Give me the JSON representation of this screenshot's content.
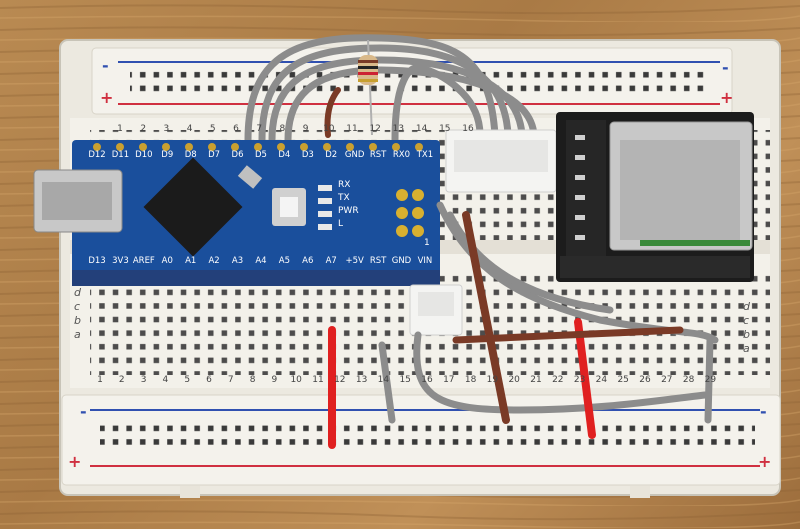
{
  "nano": {
    "top_pins": [
      "D12",
      "D11",
      "D10",
      "D9",
      "D8",
      "D7",
      "D6",
      "D5",
      "D4",
      "D3",
      "D2",
      "GND",
      "RST",
      "RX0",
      "TX1"
    ],
    "bottom_pins": [
      "D13",
      "3V3",
      "AREF",
      "A0",
      "A1",
      "A2",
      "A3",
      "A4",
      "A5",
      "A6",
      "A7",
      "+5V",
      "RST",
      "GND",
      "VIN"
    ],
    "led_labels": [
      "RX",
      "TX",
      "PWR",
      "L"
    ],
    "header_number": "1"
  },
  "breadboard": {
    "row_letters_left": [
      "a",
      "b",
      "c",
      "d"
    ],
    "row_letters_right": [
      "a",
      "b",
      "c",
      "d"
    ],
    "col_numbers_top": [
      "1",
      "2",
      "3",
      "4",
      "5",
      "6",
      "7",
      "8",
      "9",
      "10",
      "11",
      "12",
      "13",
      "14",
      "15",
      "16"
    ],
    "col_numbers_bottom": [
      "1",
      "2",
      "3",
      "4",
      "5",
      "6",
      "7",
      "8",
      "9",
      "10",
      "11",
      "12",
      "13",
      "14",
      "15",
      "16",
      "17",
      "18",
      "19",
      "20",
      "21",
      "22",
      "23",
      "24",
      "25",
      "26",
      "27",
      "28",
      "29"
    ],
    "rail_plus": "+",
    "rail_minus": "-"
  },
  "colors": {
    "wood": "#b98a52",
    "board": "#f2f0ea",
    "nano_pcb": "#1a4f9c",
    "module_pcb": "#1c1c1c",
    "wire_gray": "#8c8c8c",
    "wire_red": "#e02020",
    "wire_brown": "#7a3a26",
    "rail_red": "#d03040",
    "rail_blue": "#3050b0"
  }
}
